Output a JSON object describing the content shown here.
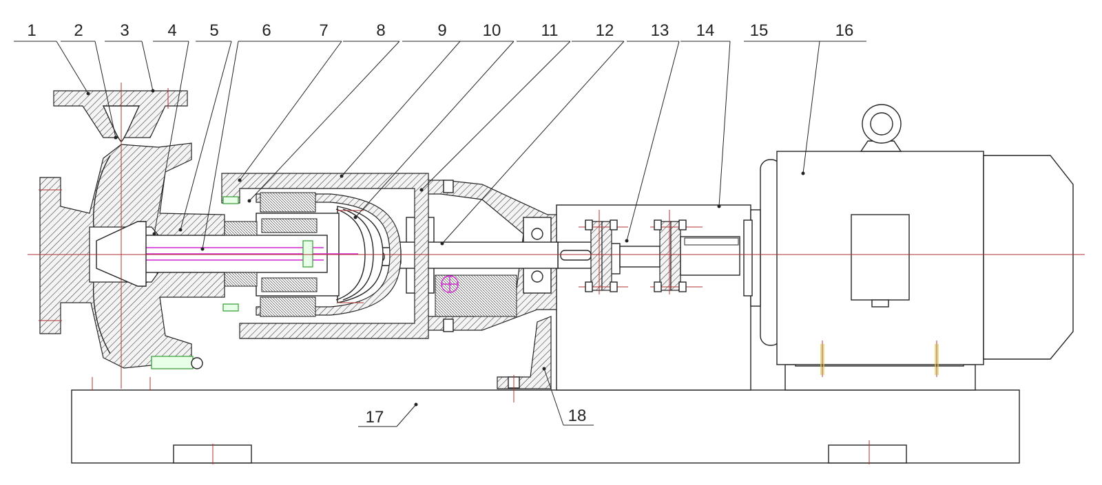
{
  "callouts": [
    {
      "id": "1",
      "label": "1"
    },
    {
      "id": "2",
      "label": "2"
    },
    {
      "id": "3",
      "label": "3"
    },
    {
      "id": "4",
      "label": "4"
    },
    {
      "id": "5",
      "label": "5"
    },
    {
      "id": "6",
      "label": "6"
    },
    {
      "id": "7",
      "label": "7"
    },
    {
      "id": "8",
      "label": "8"
    },
    {
      "id": "9",
      "label": "9"
    },
    {
      "id": "10",
      "label": "10"
    },
    {
      "id": "11",
      "label": "11"
    },
    {
      "id": "12",
      "label": "12"
    },
    {
      "id": "13",
      "label": "13"
    },
    {
      "id": "14",
      "label": "14"
    },
    {
      "id": "15",
      "label": "15"
    },
    {
      "id": "16",
      "label": "16"
    },
    {
      "id": "17",
      "label": "17"
    },
    {
      "id": "18",
      "label": "18"
    }
  ],
  "colors": {
    "line": "#222222",
    "centerline": "#b03030",
    "shaft_highlight": "#d020d0",
    "fasteners": "#3aa33a",
    "motor_feet": "#d6d640"
  }
}
